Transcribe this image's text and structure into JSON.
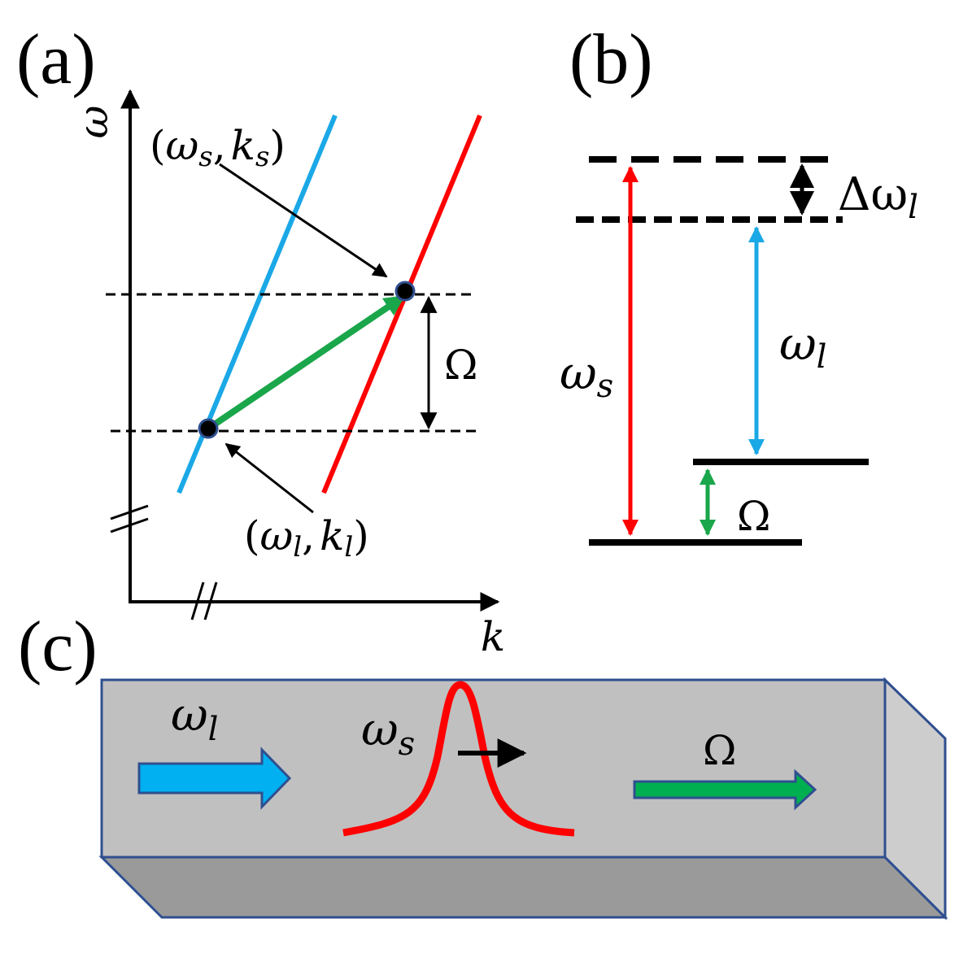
{
  "panels": {
    "a": {
      "label": "(a)",
      "y_axis_label": "ω",
      "x_axis_label": "k",
      "point_s": {
        "sym": "ω",
        "sub": "s",
        "k": "k",
        "ksub": "s",
        "open": "(",
        "sep": ",",
        "close": ")"
      },
      "point_l": {
        "sym": "ω",
        "sub": "l",
        "k": "k",
        "ksub": "l",
        "open": "(",
        "sep": ",",
        "close": ")"
      },
      "gap_label": "Ω",
      "colors": {
        "stokes_line": "#ff0000",
        "laser_line": "#1ba8e6",
        "phonon_vector": "#1aa64a"
      }
    },
    "b": {
      "label": "(b)",
      "detuning_label": {
        "prefix": "Δω",
        "sub": "l"
      },
      "omega_s": {
        "sym": "ω",
        "sub": "s"
      },
      "omega_l": {
        "sym": "ω",
        "sub": "l"
      },
      "omega_phonon": "Ω"
    },
    "c": {
      "label": "(c)",
      "omega_l": {
        "sym": "ω",
        "sub": "l"
      },
      "omega_s": {
        "sym": "ω",
        "sub": "s"
      },
      "omega_phonon": "Ω",
      "colors": {
        "box_front": "#c0c0c0",
        "box_side": "#cdcdcd",
        "box_bottom": "#9a9a9a",
        "box_edge": "#2f4f8f",
        "laser_arrow": "#00b0f0",
        "phonon_arrow": "#00b050",
        "stokes_pulse": "#ff0000"
      }
    }
  }
}
